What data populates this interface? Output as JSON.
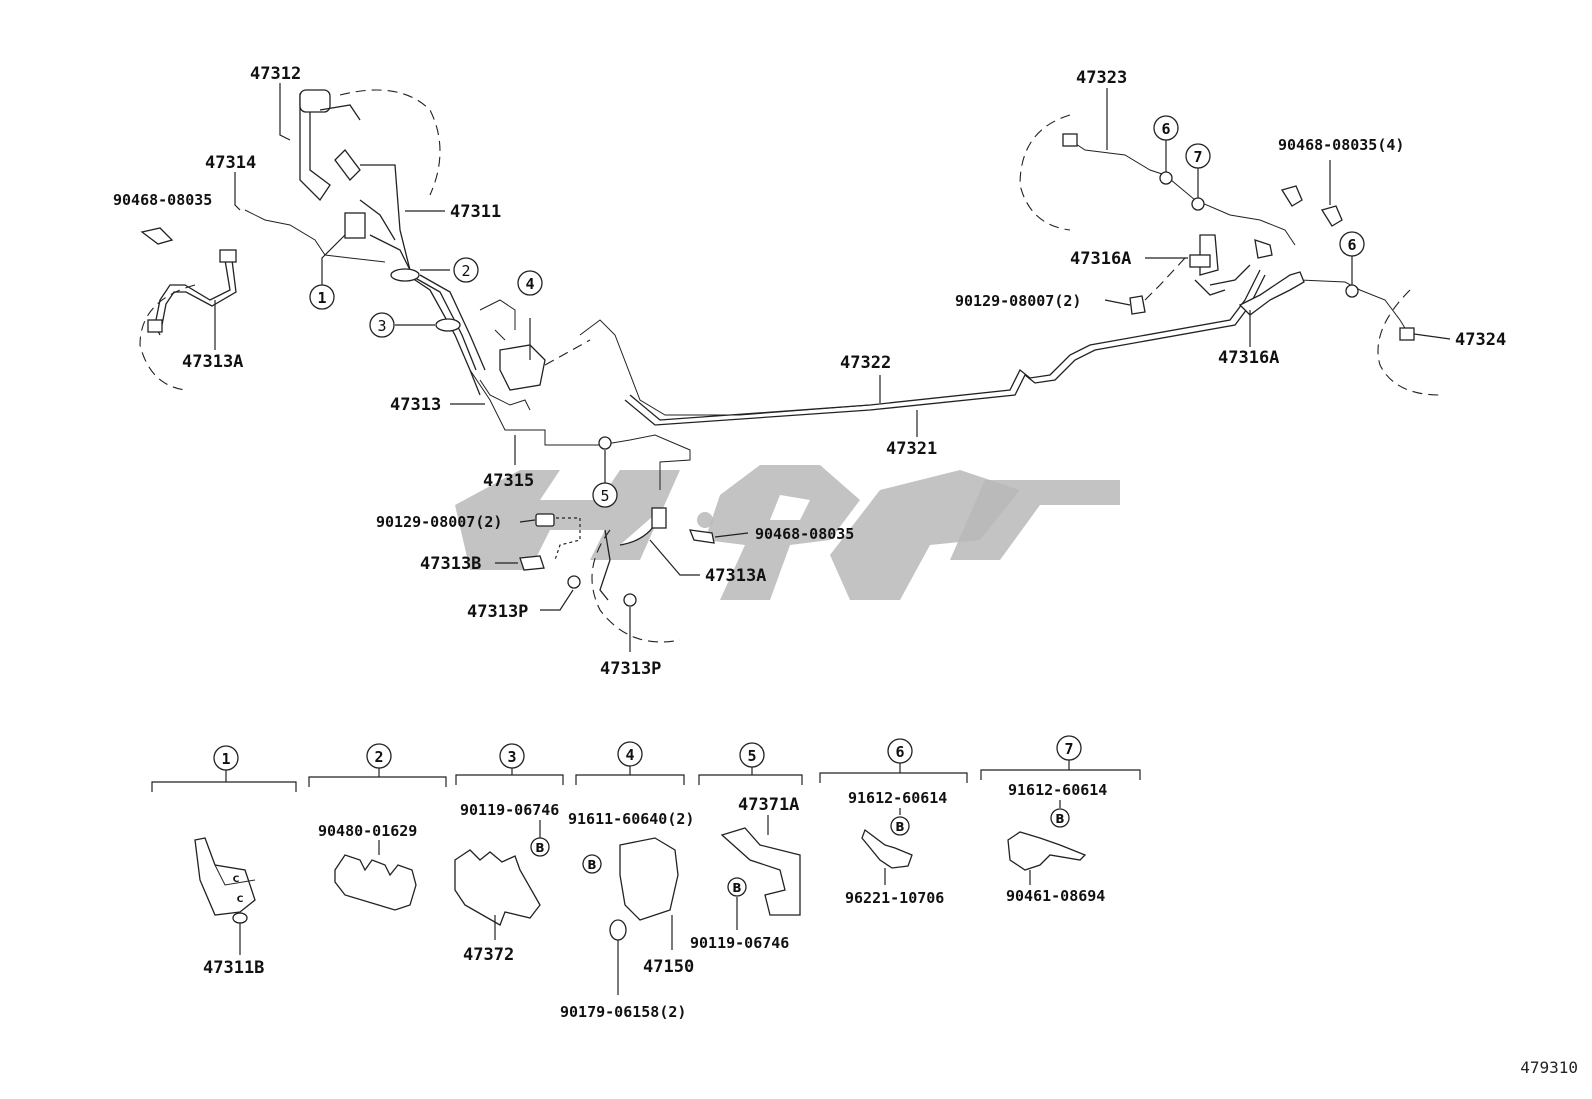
{
  "drawing_id": "479310",
  "labels": {
    "p47312": "47312",
    "p47314": "47314",
    "p90468_08035_left": "90468-08035",
    "p47311": "47311",
    "p47313A_left": "47313A",
    "p47313": "47313",
    "p47315": "47315",
    "p90129_08007_mid": "90129-08007(2)",
    "p47313B": "47313B",
    "p47313P_left": "47313P",
    "p47313P_bottom": "47313P",
    "p47313A_mid": "47313A",
    "p90468_08035_mid": "90468-08035",
    "p47322": "47322",
    "p47321": "47321",
    "p47323": "47323",
    "p90468_08035_right": "90468-08035(4)",
    "p47316A_upper": "47316A",
    "p90129_08007_right": "90129-08007(2)",
    "p47316A_lower": "47316A",
    "p47324": "47324"
  },
  "refs": {
    "r1": "1",
    "r2": "2",
    "r3": "3",
    "r4": "4",
    "r5": "5",
    "r6a": "6",
    "r7a": "7",
    "r6b": "6"
  },
  "legend": [
    {
      "key": "1",
      "parts": [
        "47311B"
      ]
    },
    {
      "key": "2",
      "parts": [
        "90480-01629"
      ]
    },
    {
      "key": "3",
      "parts": [
        "90119-06746",
        "47372"
      ]
    },
    {
      "key": "4",
      "parts": [
        "91611-60640(2)",
        "90179-06158(2)",
        "47150"
      ]
    },
    {
      "key": "5",
      "parts": [
        "47371A",
        "90119-06746"
      ]
    },
    {
      "key": "6",
      "parts": [
        "91612-60614",
        "96221-10706"
      ]
    },
    {
      "key": "7",
      "parts": [
        "91612-60614",
        "90461-08694"
      ]
    }
  ],
  "bolt_mark": "B"
}
